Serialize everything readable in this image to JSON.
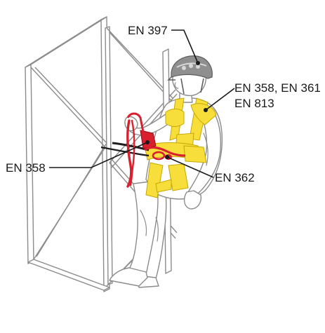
{
  "labels": {
    "helmet": "EN 397",
    "harness_line1": "EN 358, EN 361",
    "harness_line2": "EN 813",
    "lanyard": "EN 358",
    "connector": "EN 362"
  },
  "colors": {
    "harness": "#f7de3b",
    "harness_stroke": "#c7a800",
    "lanyard": "#d9202e",
    "outline": "#8c8c8c",
    "text": "#1a1a1a"
  }
}
